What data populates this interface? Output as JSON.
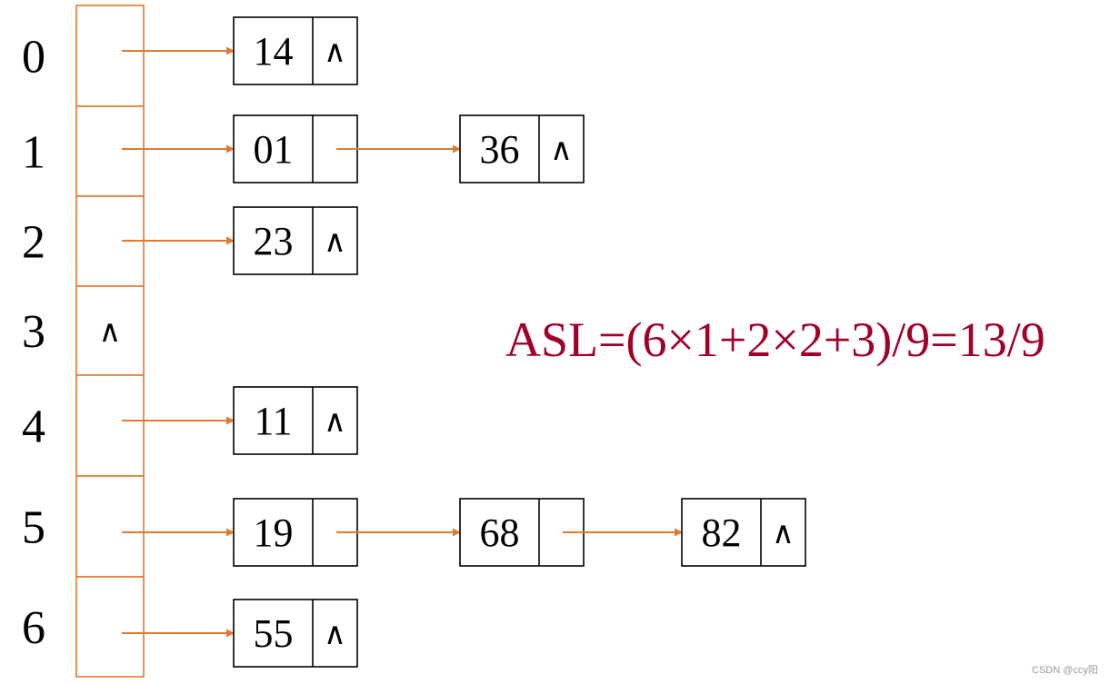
{
  "colors": {
    "pointer": "#e07a30",
    "formula": "#a0002a",
    "box": "#000000"
  },
  "null_symbol": "∧",
  "table": {
    "buckets": [
      {
        "index": "0",
        "is_null": false,
        "chain": [
          {
            "key": "14"
          }
        ]
      },
      {
        "index": "1",
        "is_null": false,
        "chain": [
          {
            "key": "01"
          },
          {
            "key": "36"
          }
        ]
      },
      {
        "index": "2",
        "is_null": false,
        "chain": [
          {
            "key": "23"
          }
        ]
      },
      {
        "index": "3",
        "is_null": true,
        "chain": []
      },
      {
        "index": "4",
        "is_null": false,
        "chain": [
          {
            "key": "11"
          }
        ]
      },
      {
        "index": "5",
        "is_null": false,
        "chain": [
          {
            "key": "19"
          },
          {
            "key": "68"
          },
          {
            "key": "82"
          }
        ]
      },
      {
        "index": "6",
        "is_null": false,
        "chain": [
          {
            "key": "55"
          }
        ]
      }
    ]
  },
  "formula": {
    "text": "ASL=(6×1+2×2+3)/9=13/9"
  },
  "credit": {
    "text": "CSDN @ccy阳"
  }
}
